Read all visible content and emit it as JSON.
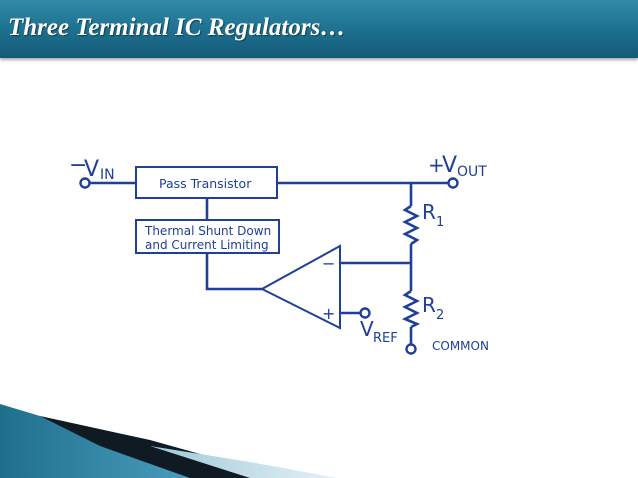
{
  "slide": {
    "title": "Three Terminal IC Regulators…"
  },
  "circuit": {
    "vin_sign": "−",
    "vin_main": "V",
    "vin_sub": "IN",
    "vout_sign": "+",
    "vout_main": "V",
    "vout_sub": "OUT",
    "pass_transistor": "Pass Transistor",
    "shutdown_line1": "Thermal Shunt Down",
    "shutdown_line2": "and Current Limiting",
    "r1_main": "R",
    "r1_sub": "1",
    "r2_main": "R",
    "r2_sub": "2",
    "vref_main": "V",
    "vref_sub": "REF",
    "opamp_minus": "−",
    "opamp_plus": "+",
    "common": "COMMON"
  },
  "colors": {
    "title_bar": "#1d6f8e",
    "circuit_ink": "#1f3f9a"
  }
}
